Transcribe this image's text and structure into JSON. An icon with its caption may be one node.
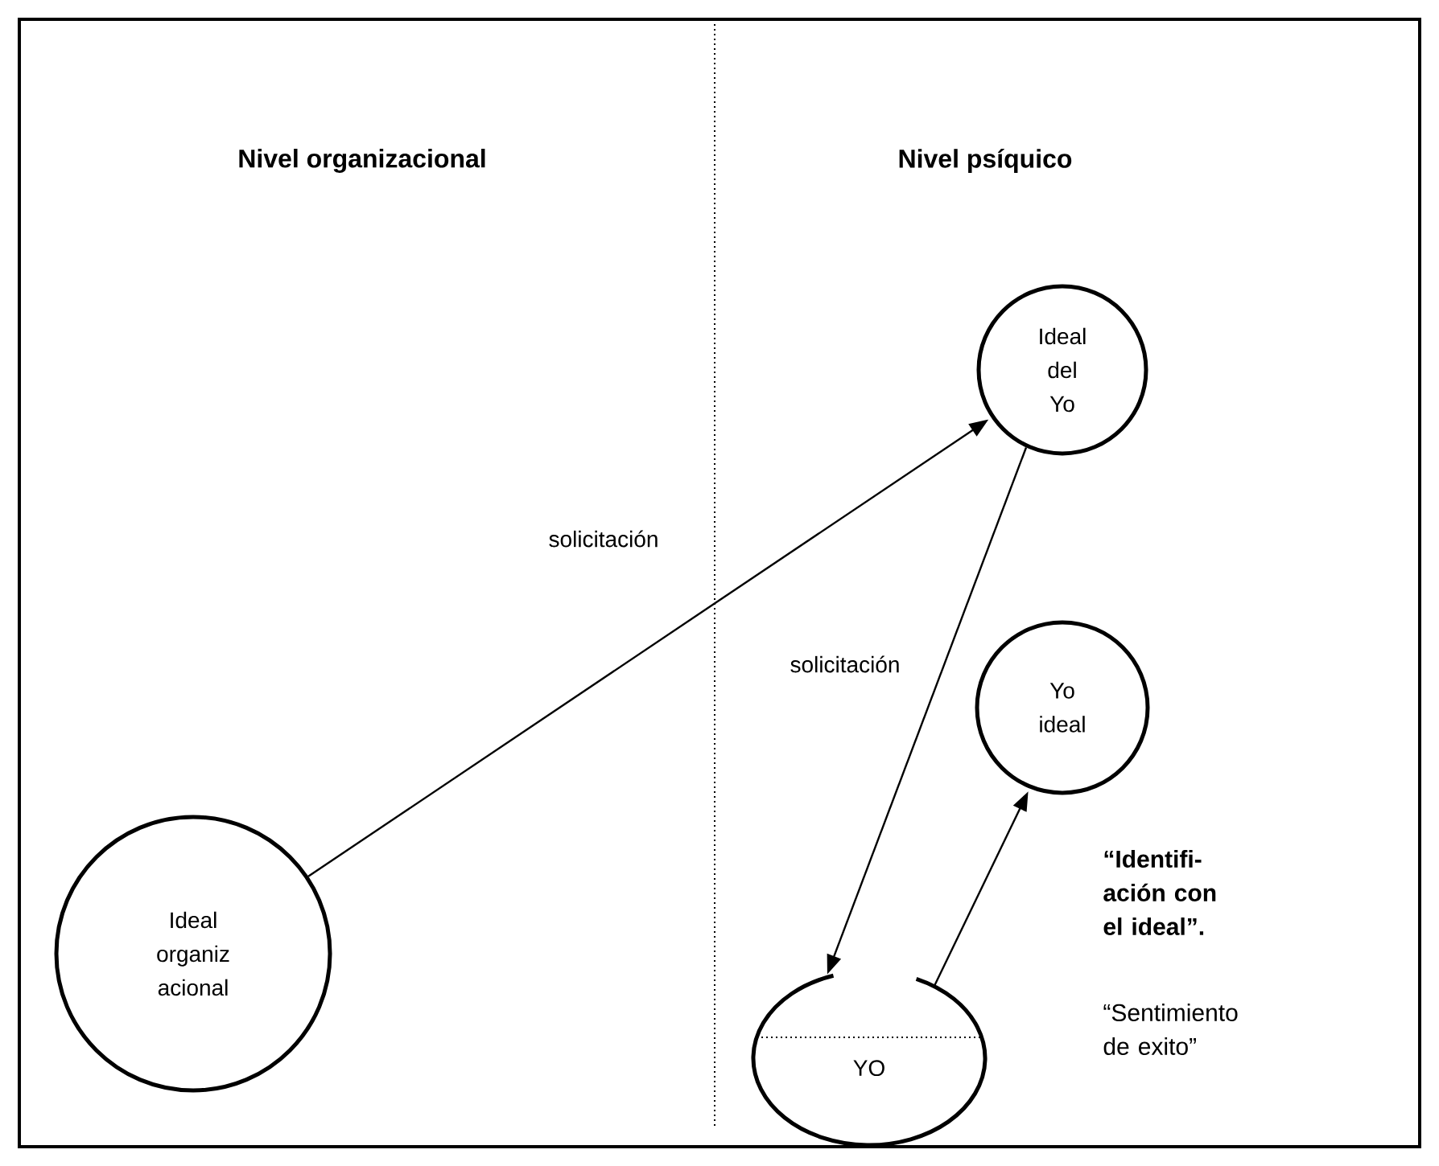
{
  "diagram": {
    "nodes": [
      {
        "text": [
          "Ideal del Yo"
        ]
      },
      {
        "text": [
          "Yo ideal"
        ]
      },
      {
        "text": [
          "Ideal organiz acional"
        ]
      },
      {
        "text": [
          "YO"
        ]
      }
    ],
    "edges": [
      {
        "from": 2,
        "to": 0,
        "arrow": "to",
        "label": "solicitación"
      },
      {
        "from": 0,
        "to": 3,
        "arrow": "to",
        "label": "solicitación"
      },
      {
        "from": 3,
        "to": 1,
        "arrow": "to"
      }
    ],
    "labels": [
      "Nivel organizacional",
      "Nivel psíquico",
      "“Identifi-ación con el ideal”.",
      "“Sentimiento de exito”"
    ]
  }
}
